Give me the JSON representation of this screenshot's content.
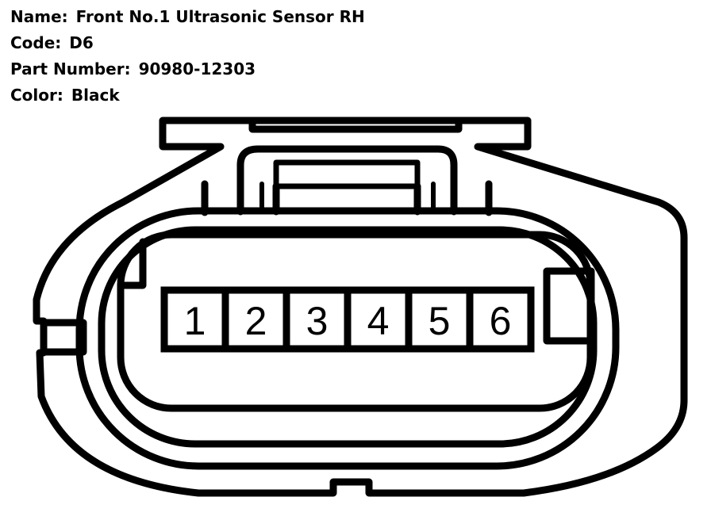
{
  "info": {
    "name_label": "Name:",
    "name_value": "Front No.1 Ultrasonic Sensor RH",
    "code_label": "Code:",
    "code_value": "D6",
    "part_label": "Part Number:",
    "part_value": "90980-12303",
    "color_label": "Color:",
    "color_value": "Black"
  },
  "connector": {
    "pins": [
      "1",
      "2",
      "3",
      "4",
      "5",
      "6"
    ]
  }
}
